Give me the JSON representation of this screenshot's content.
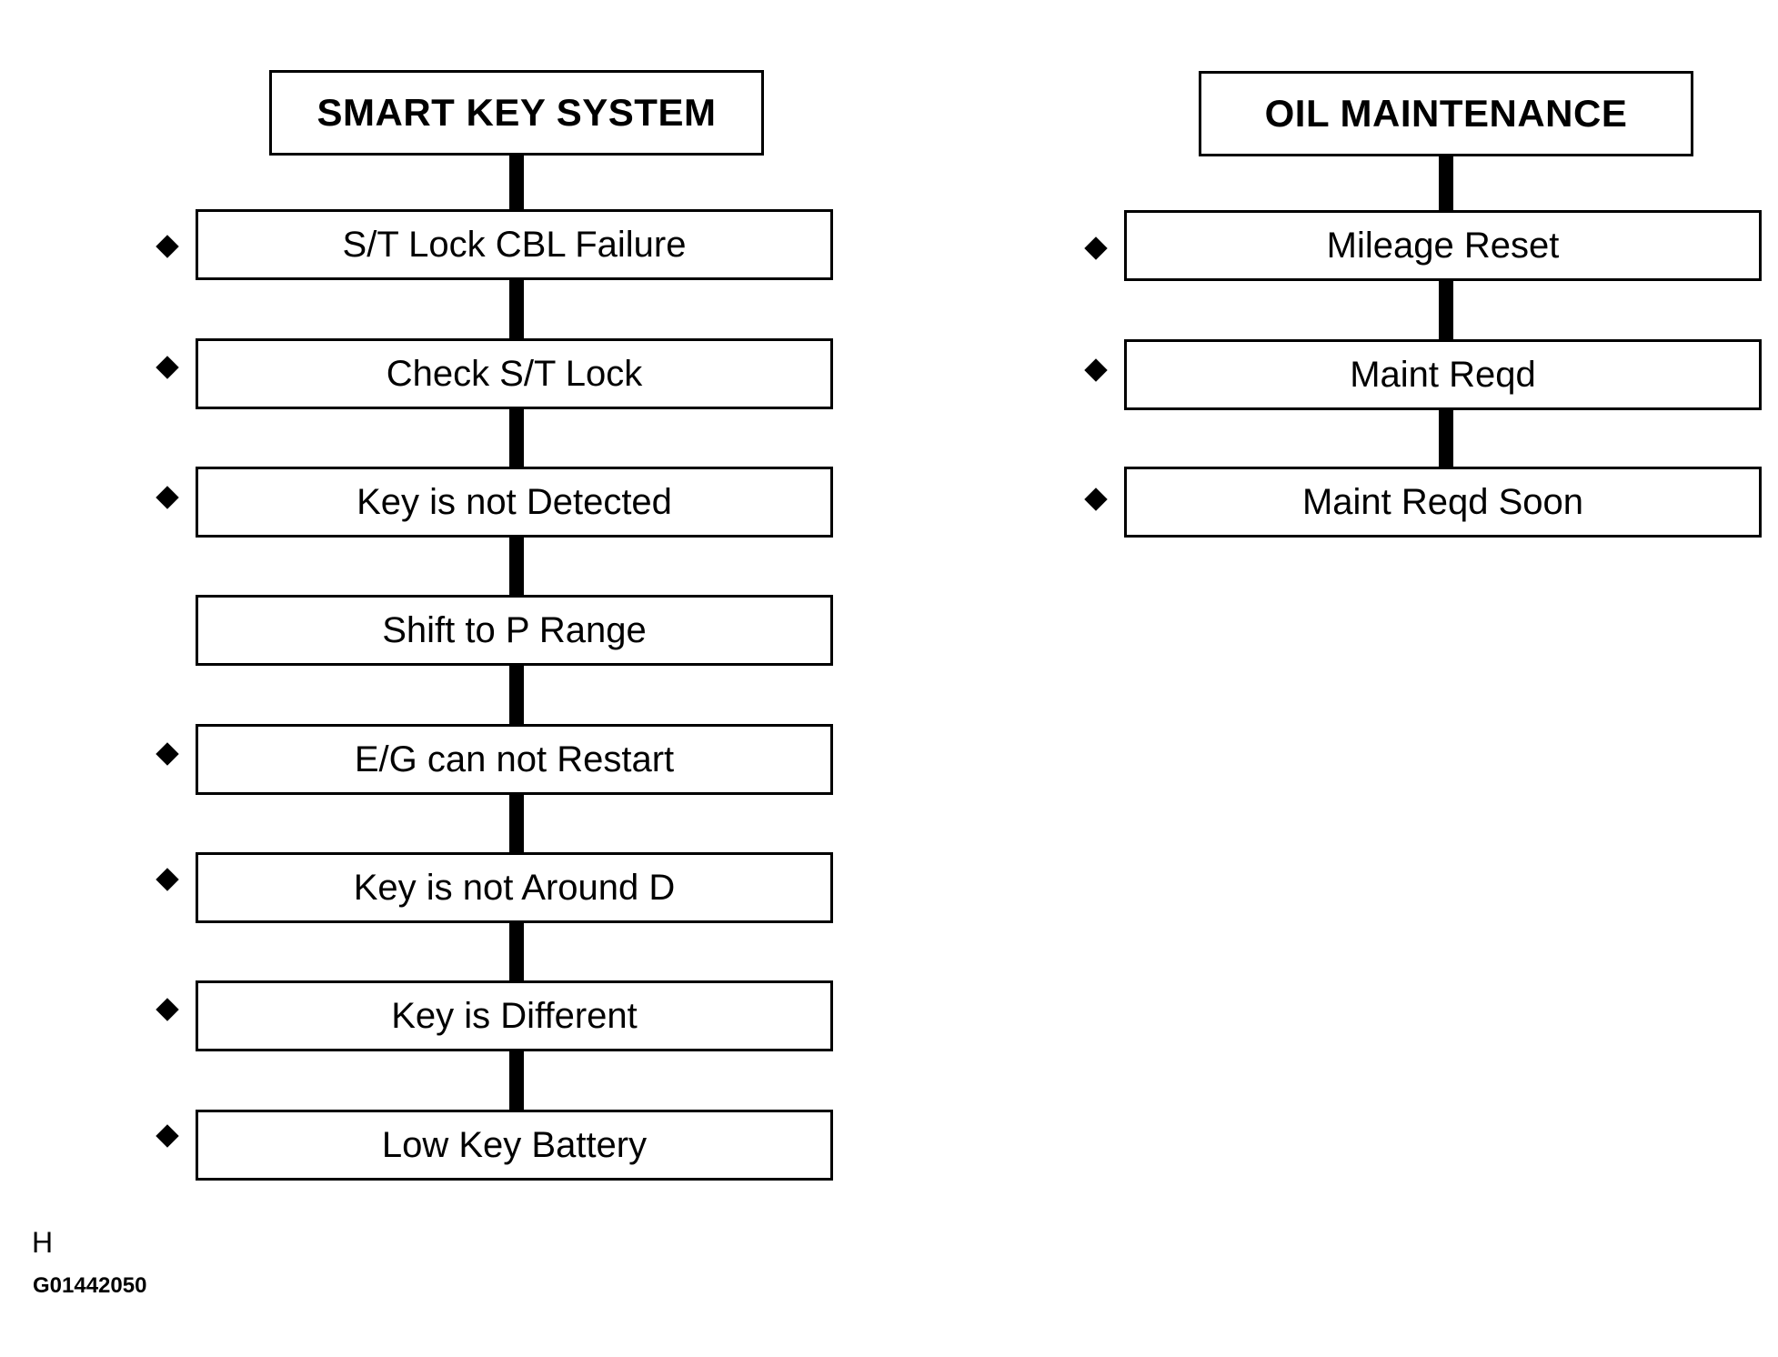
{
  "smart_key": {
    "title": "SMART KEY SYSTEM",
    "items": [
      {
        "label": "S/T Lock CBL Failure",
        "bullet": true
      },
      {
        "label": "Check S/T Lock",
        "bullet": true
      },
      {
        "label": "Key is not Detected",
        "bullet": true
      },
      {
        "label": "Shift to P Range",
        "bullet": false
      },
      {
        "label": "E/G can not Restart",
        "bullet": true
      },
      {
        "label": "Key is not Around D",
        "bullet": true
      },
      {
        "label": "Key is Different",
        "bullet": true
      },
      {
        "label": "Low Key Battery",
        "bullet": true
      }
    ]
  },
  "oil_maintenance": {
    "title": "OIL MAINTENANCE",
    "items": [
      {
        "label": "Mileage Reset",
        "bullet": true
      },
      {
        "label": "Maint Reqd",
        "bullet": true
      },
      {
        "label": "Maint Reqd Soon",
        "bullet": true
      }
    ]
  },
  "corner_mark": "H",
  "figure_id": "G01442050",
  "bullet_icon": "diamond-bullet-icon"
}
